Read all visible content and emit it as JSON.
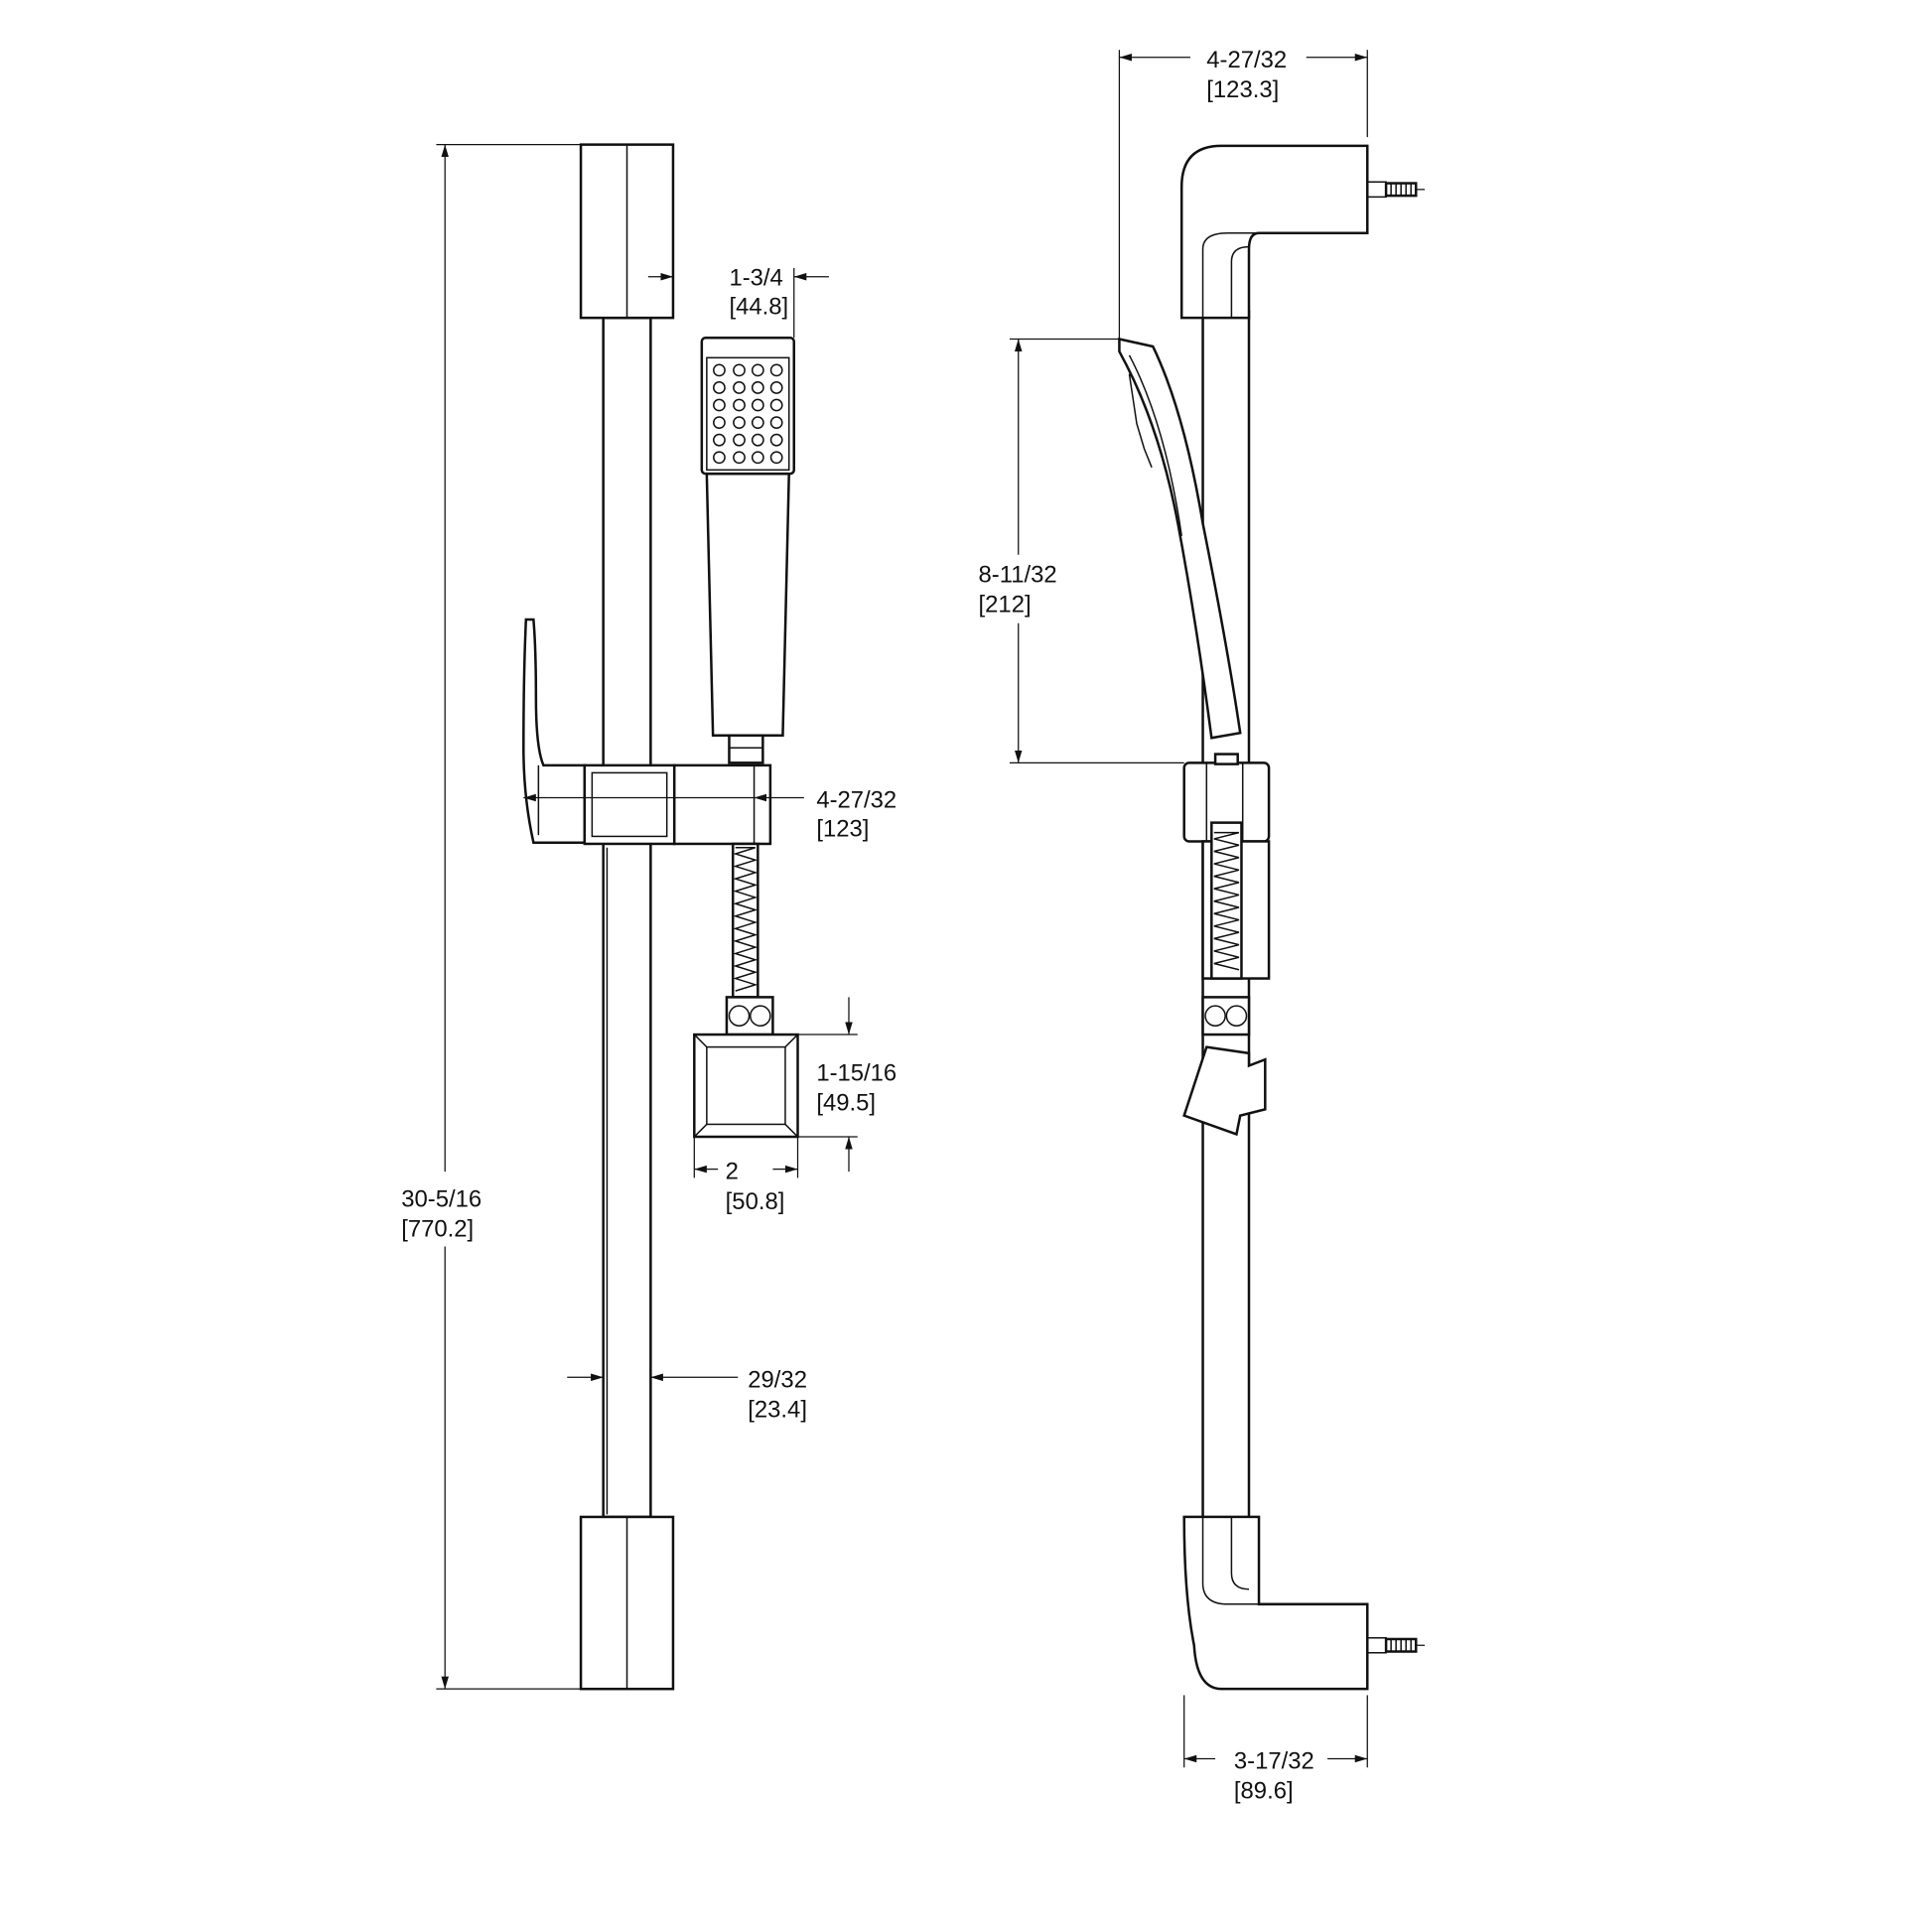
{
  "drawing": {
    "front_view": {
      "overall_height": {
        "imperial": "30-5/16",
        "metric": "[770.2]"
      },
      "bar_diameter": {
        "imperial": "29/32",
        "metric": "[23.4]"
      },
      "handshower_width": {
        "imperial": "1-3/4",
        "metric": "[44.8]"
      },
      "slider_projection": {
        "imperial": "4-27/32",
        "metric": "[123]"
      },
      "holder_height": {
        "imperial": "1-15/16",
        "metric": "[49.5]"
      },
      "holder_width": {
        "imperial": "2",
        "metric": "[50.8]"
      }
    },
    "side_view": {
      "overall_depth": {
        "imperial": "4-27/32",
        "metric": "[123.3]"
      },
      "handshower_length": {
        "imperial": "8-11/32",
        "metric": "[212]"
      },
      "bracket_depth": {
        "imperial": "3-17/32",
        "metric": "[89.6]"
      }
    }
  }
}
